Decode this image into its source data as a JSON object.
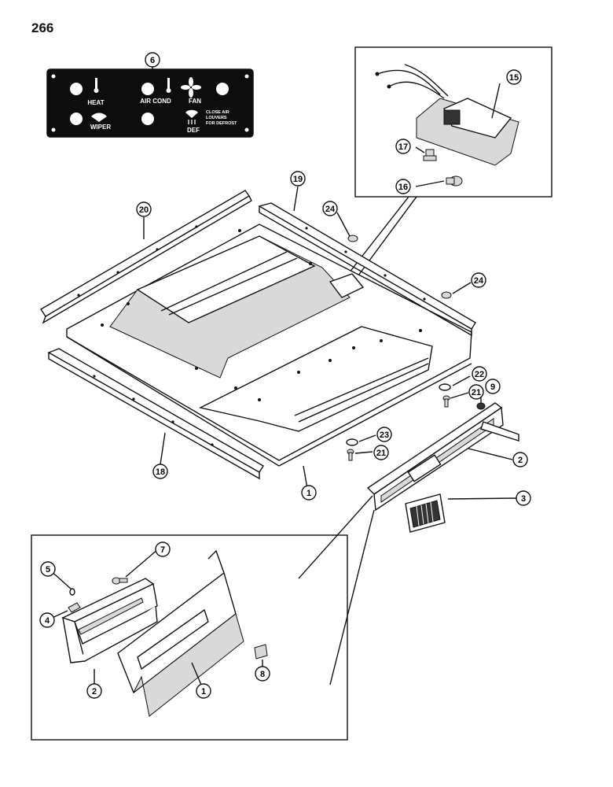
{
  "page_number": "266",
  "control_panel": {
    "labels": {
      "heat": "HEAT",
      "air_cond": "AIR COND",
      "fan": "FAN",
      "wiper": "WIPER",
      "def": "DEF",
      "note_line1": "CLOSE AIR",
      "note_line2": "LOUVERS",
      "note_line3": "FOR DEFROST"
    }
  },
  "callouts": {
    "c6": "6",
    "c15": "15",
    "c17": "17",
    "c16": "16",
    "c19": "19",
    "c20": "20",
    "c24a": "24",
    "c24b": "24",
    "c22": "22",
    "c21a": "21",
    "c9": "9",
    "c23": "23",
    "c21b": "21",
    "c2a": "2",
    "c3": "3",
    "c18": "18",
    "c1a": "1",
    "c7": "7",
    "c5": "5",
    "c4": "4",
    "c2b": "2",
    "c1b": "1",
    "c8": "8"
  }
}
